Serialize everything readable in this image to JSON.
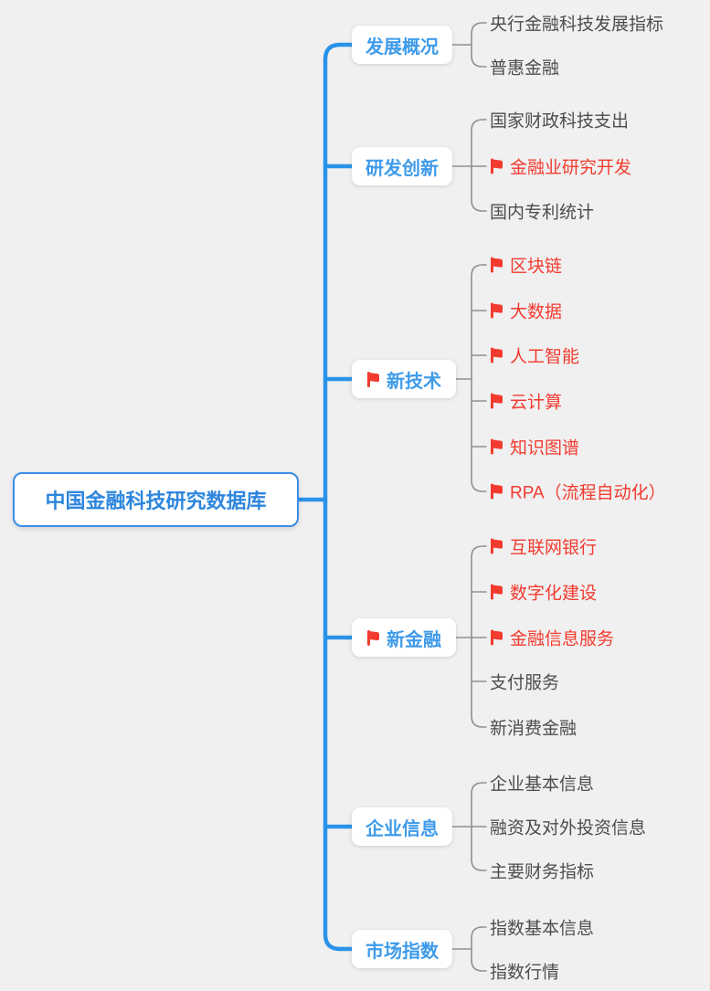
{
  "root": {
    "label": "中国金融科技研究数据库"
  },
  "branches": [
    {
      "label": "发展概况",
      "flag": false,
      "children": [
        {
          "text": "央行金融科技发展指标",
          "flag": false
        },
        {
          "text": "普惠金融",
          "flag": false
        }
      ]
    },
    {
      "label": "研发创新",
      "flag": false,
      "children": [
        {
          "text": "国家财政科技支出",
          "flag": false
        },
        {
          "text": "金融业研究开发",
          "flag": true
        },
        {
          "text": "国内专利统计",
          "flag": false
        }
      ]
    },
    {
      "label": "新技术",
      "flag": true,
      "children": [
        {
          "text": "区块链",
          "flag": true
        },
        {
          "text": "大数据",
          "flag": true
        },
        {
          "text": "人工智能",
          "flag": true
        },
        {
          "text": "云计算",
          "flag": true
        },
        {
          "text": "知识图谱",
          "flag": true
        },
        {
          "text": "RPA（流程自动化）",
          "flag": true
        }
      ]
    },
    {
      "label": "新金融",
      "flag": true,
      "children": [
        {
          "text": "互联网银行",
          "flag": true
        },
        {
          "text": "数字化建设",
          "flag": true
        },
        {
          "text": "金融信息服务",
          "flag": true
        },
        {
          "text": "支付服务",
          "flag": false
        },
        {
          "text": "新消费金融",
          "flag": false
        }
      ]
    },
    {
      "label": "企业信息",
      "flag": false,
      "children": [
        {
          "text": "企业基本信息",
          "flag": false
        },
        {
          "text": "融资及对外投资信息",
          "flag": false
        },
        {
          "text": "主要财务指标",
          "flag": false
        }
      ]
    },
    {
      "label": "市场指数",
      "flag": false,
      "children": [
        {
          "text": "指数基本信息",
          "flag": false
        },
        {
          "text": "指数行情",
          "flag": false
        }
      ]
    }
  ],
  "icons": {
    "flag": "red-flag-icon"
  },
  "palette": {
    "background": "#f0f0f1",
    "blue_line": "#2a93e8",
    "blue_text": "#3e9bea",
    "root_border": "#3a8ee6",
    "flag_red": "#f23b2e",
    "leaf_text": "#4d4d4d",
    "gray_line": "#909090",
    "node_bg": "#ffffff"
  }
}
